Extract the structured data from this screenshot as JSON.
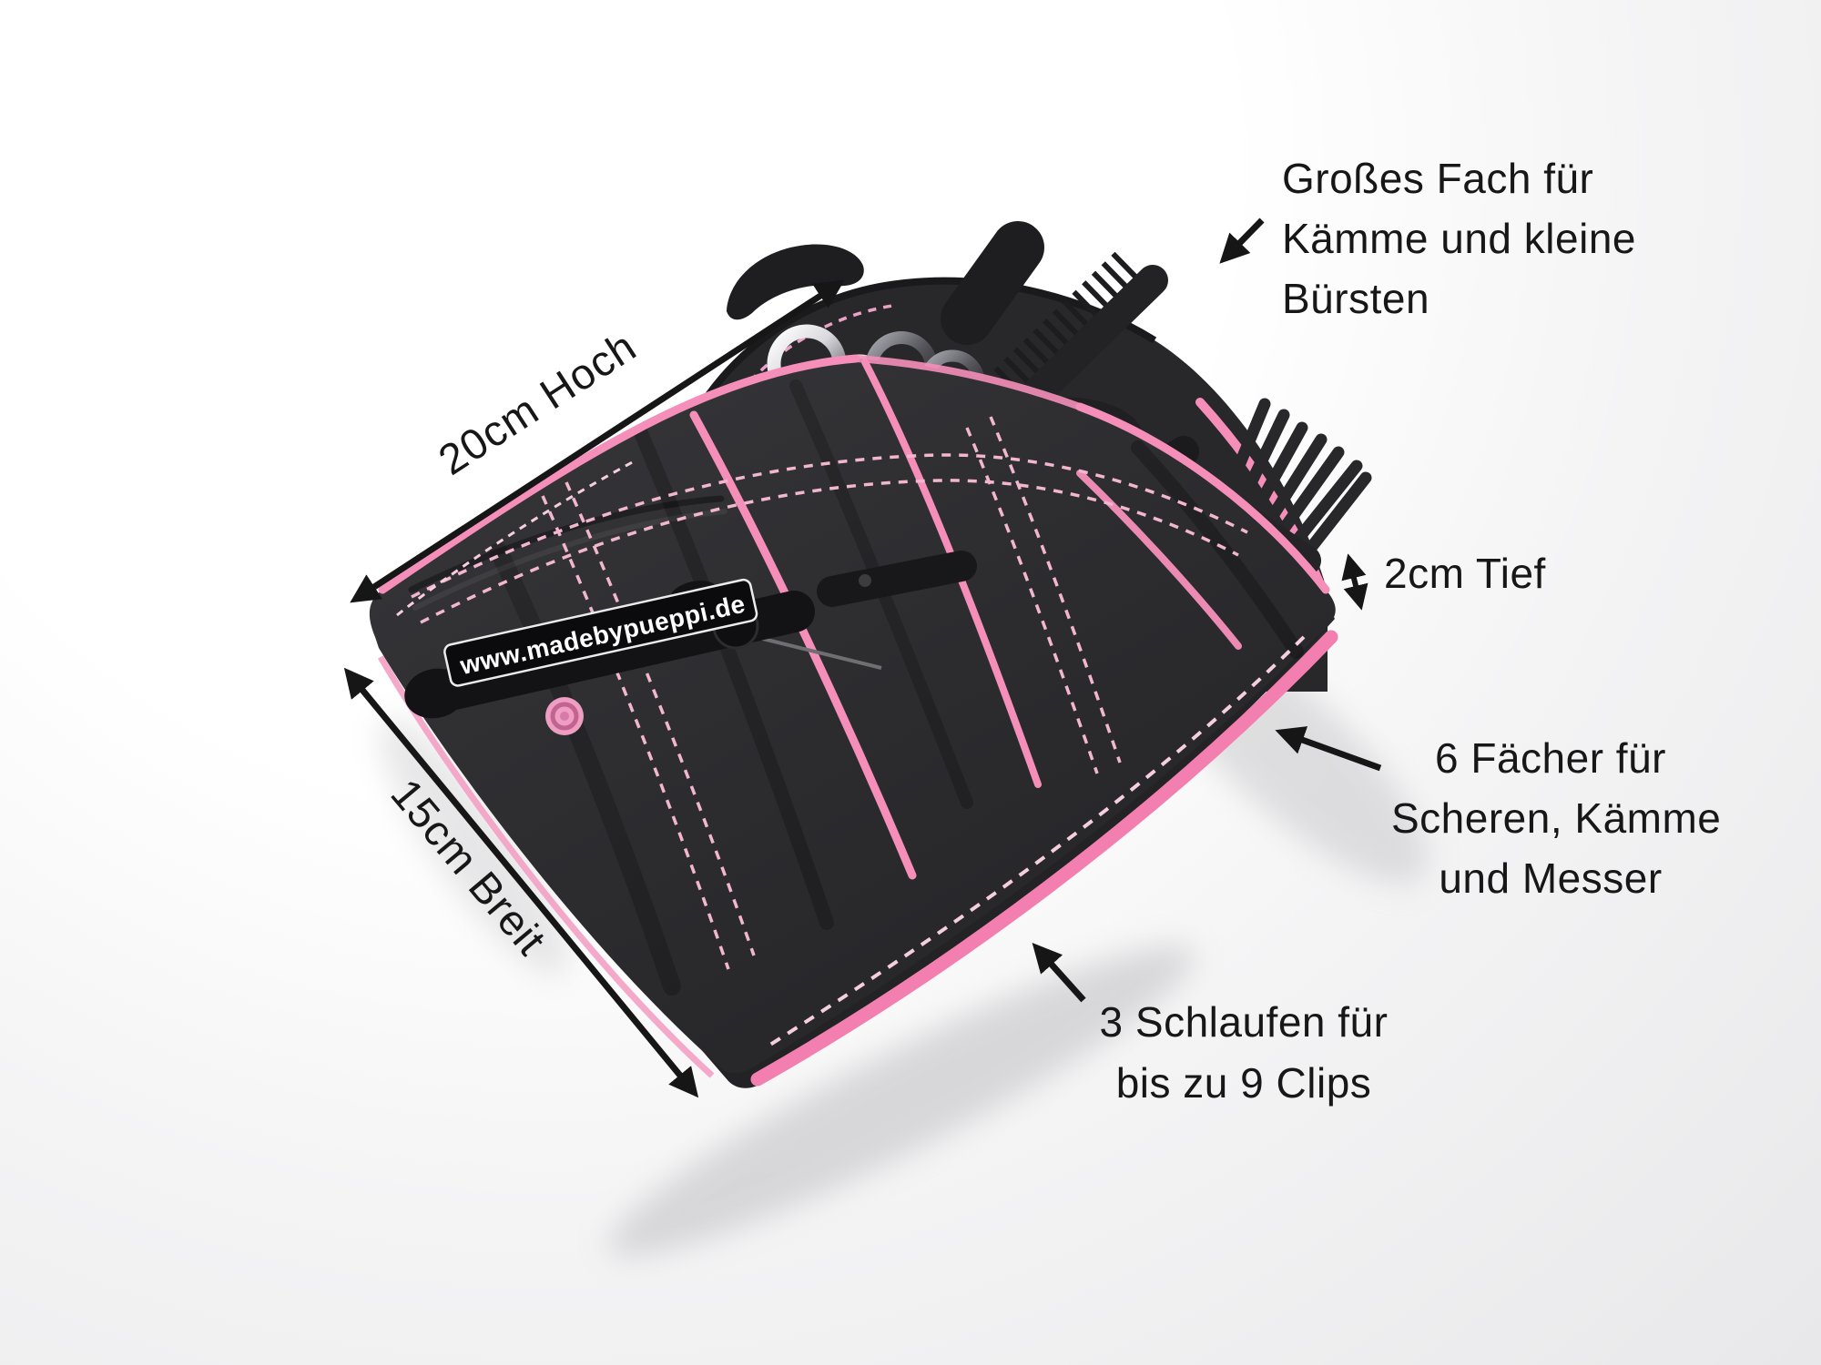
{
  "scene": {
    "background_top": "#ffffff",
    "background_bottom": "#e8e8ea",
    "arrow_color": "#161616",
    "text_color": "#171717"
  },
  "product": {
    "name": "hairdresser tool belt pouch with scissors, combs, razor and clips",
    "body_color": "#2e2e31",
    "piping_pink": "#f58fba",
    "stitch_pink": "#f2b6cf",
    "snap_pink": "#ee9ec3",
    "amber_ring": "#b07d2a",
    "clip_label": "www.madebypueppi.de"
  },
  "annotations": {
    "height": "20cm Hoch",
    "width": "15cm Breit",
    "depth": "2cm Tief",
    "big_pocket_line1": "Großes Fach für",
    "big_pocket_line2": "Kämme und kleine",
    "big_pocket_line3": "Bürsten",
    "compartments_line1": "6 Fächer für",
    "compartments_line2": "Scheren, Kämme",
    "compartments_line3": "und Messer",
    "loops_line1": "3 Schlaufen für",
    "loops_line2": "bis zu 9 Clips"
  }
}
